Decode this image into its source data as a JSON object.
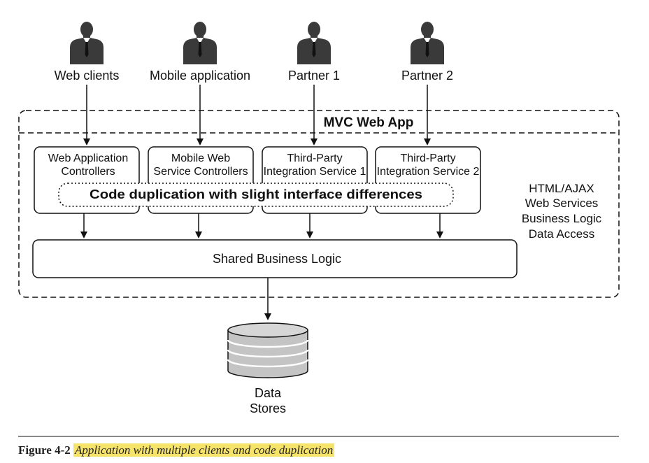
{
  "clients": [
    {
      "label": "Web clients"
    },
    {
      "label": "Mobile application"
    },
    {
      "label": "Partner 1"
    },
    {
      "label": "Partner 2"
    }
  ],
  "app": {
    "title": "MVC Web App",
    "layers": [
      "HTML/AJAX",
      "Web Services",
      "Business Logic",
      "Data Access"
    ]
  },
  "controllers": [
    {
      "line1": "Web Application",
      "line2": "Controllers"
    },
    {
      "line1": "Mobile Web",
      "line2": "Service Controllers"
    },
    {
      "line1": "Third-Party",
      "line2": "Integration Service 1"
    },
    {
      "line1": "Third-Party",
      "line2": "Integration Service 2"
    }
  ],
  "duplication_note": "Code duplication with slight interface differences",
  "shared_logic": "Shared Business Logic",
  "data_stores": {
    "line1": "Data",
    "line2": "Stores"
  },
  "caption": {
    "number": "Figure 4-2",
    "text": "Application with multiple clients and code duplication"
  },
  "colors": {
    "person": "#3a3a3a",
    "line": "#111111",
    "cylinder_fill": "#c4c4c4",
    "highlight": "#f6e36a"
  }
}
